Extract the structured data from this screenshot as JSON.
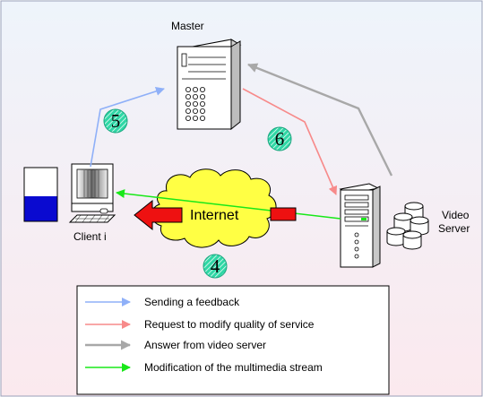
{
  "nodes": {
    "master": "Master",
    "client": "Client i",
    "video_server_line1": "Video",
    "video_server_line2": "Server",
    "internet": "Internet"
  },
  "steps": [
    "5",
    "6",
    "4"
  ],
  "legend": [
    {
      "label": "Sending a feedback",
      "color": "#8fb0f8"
    },
    {
      "label": "Request to modify quality of service",
      "color": "#f78a8a"
    },
    {
      "label": "Answer from video server",
      "color": "#a8a8a8"
    },
    {
      "label": "Modification of the multimedia stream",
      "color": "#18e818"
    }
  ],
  "colors": {
    "background_top": "#eef4fb",
    "background_bottom": "#fbe9ee",
    "cloud": "#ffff44",
    "big_arrow": "#ee1111",
    "step_circle": "#2fd7a5",
    "client_buffer": "#0a0ad0"
  }
}
